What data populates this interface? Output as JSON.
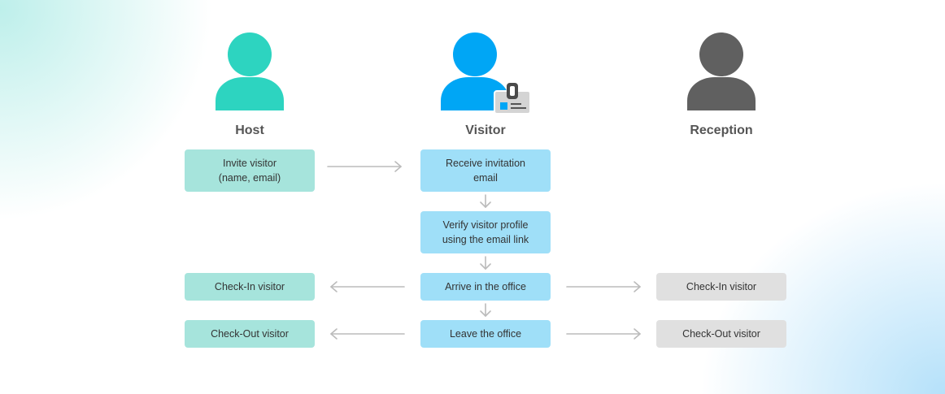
{
  "roles": {
    "host": {
      "label": "Host",
      "icon": "host-person-icon",
      "color": "#2dd4c0"
    },
    "visitor": {
      "label": "Visitor",
      "icon": "visitor-person-with-badge-icon",
      "color": "#00a6f5"
    },
    "reception": {
      "label": "Reception",
      "icon": "reception-person-icon",
      "color": "#606060"
    }
  },
  "steps": {
    "invite_visitor": "Invite visitor\n(name, email)",
    "receive_invitation": "Receive invitation\nemail",
    "verify_profile": "Verify visitor profile\nusing the email link",
    "arrive_office": "Arrive in the office",
    "leave_office": "Leave the office",
    "host_check_in": "Check-In visitor",
    "host_check_out": "Check-Out visitor",
    "reception_check_in": "Check-In visitor",
    "reception_check_out": "Check-Out visitor"
  },
  "colors": {
    "host_box": "#a6e4dc",
    "visitor_box": "#9fdff8",
    "reception_box": "#e0e0e0",
    "arrow": "#bbbbbb"
  }
}
